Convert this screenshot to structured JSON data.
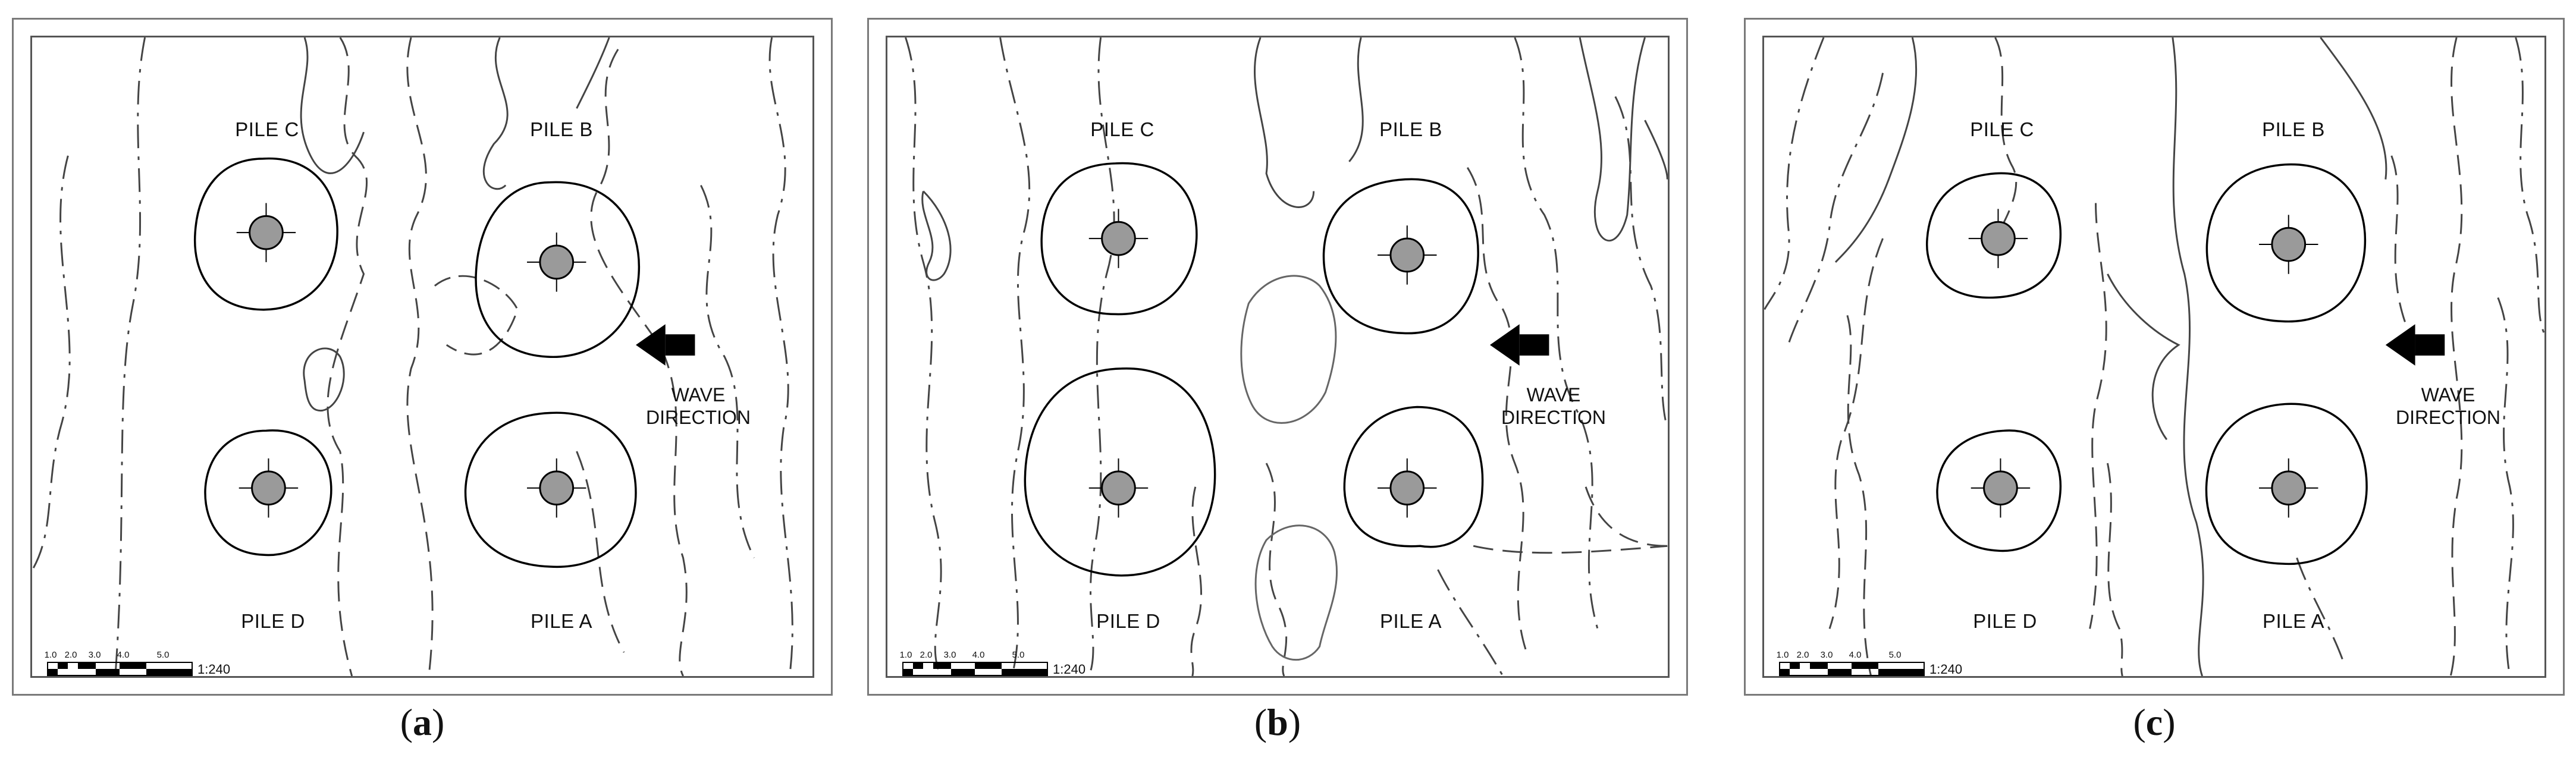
{
  "panels": [
    {
      "caption_open": "(",
      "caption_letter": "a",
      "caption_close": ")",
      "pile_a": "PILE A",
      "pile_b": "PILE B",
      "pile_c": "PILE C",
      "pile_d": "PILE D",
      "wave_line1": "WAVE",
      "wave_line2": "DIRECTION",
      "scale_ticks": [
        "1.0",
        "2.0",
        "3.0",
        "4.0",
        "5.0"
      ],
      "scale_ratio": "1:240"
    },
    {
      "caption_open": "(",
      "caption_letter": "b",
      "caption_close": ")",
      "pile_a": "PILE A",
      "pile_b": "PILE B",
      "pile_c": "PILE C",
      "pile_d": "PILE D",
      "wave_line1": "WAVE",
      "wave_line2": "DIRECTION",
      "scale_ticks": [
        "1.0",
        "2.0",
        "3.0",
        "4.0",
        "5.0"
      ],
      "scale_ratio": "1:240"
    },
    {
      "caption_open": "(",
      "caption_letter": "c",
      "caption_close": ")",
      "pile_a": "PILE A",
      "pile_b": "PILE B",
      "pile_c": "PILE C",
      "pile_d": "PILE D",
      "wave_line1": "WAVE",
      "wave_line2": "DIRECTION",
      "scale_ticks": [
        "1.0",
        "2.0",
        "3.0",
        "4.0",
        "5.0"
      ],
      "scale_ratio": "1:240"
    }
  ]
}
